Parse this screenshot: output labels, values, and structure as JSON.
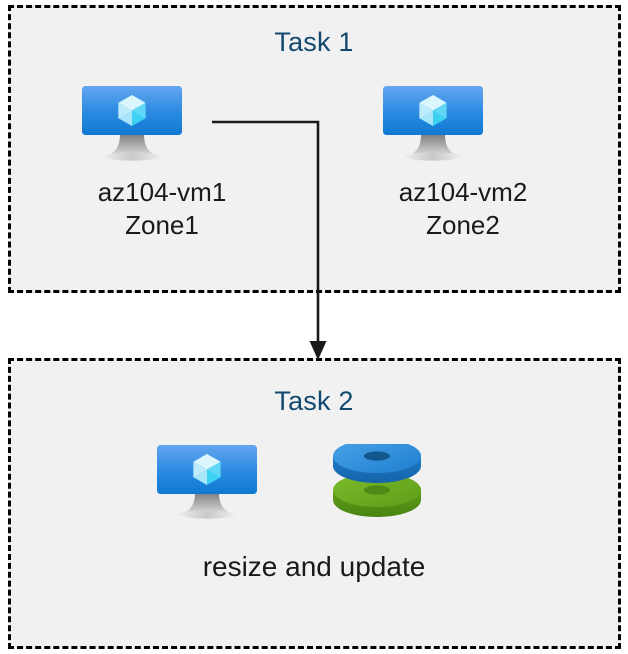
{
  "diagram": {
    "title": "",
    "background_color": "#ffffff",
    "box_fill_color": "#f1f1f1",
    "box_border_color": "#000000",
    "title_color": "#11496f",
    "label_color": "#1a1a1a",
    "connector_color": "#1a1a1a"
  },
  "task1": {
    "title": "Task 1",
    "nodes": [
      {
        "icon": "azure-virtual-machine-icon",
        "label": "az104-vm1\nZone1",
        "name": "az104-vm1",
        "zone": "Zone1"
      },
      {
        "icon": "azure-virtual-machine-icon",
        "label": "az104-vm2\nZone2",
        "name": "az104-vm2",
        "zone": "Zone2"
      }
    ]
  },
  "task2": {
    "title": "Task 2",
    "caption": "resize and update",
    "nodes": [
      {
        "icon": "azure-virtual-machine-icon",
        "label": ""
      },
      {
        "icon": "azure-disks-icon",
        "label": ""
      }
    ]
  },
  "connector": {
    "from": "az104-vm1",
    "to": "Task 2",
    "style": "elbow-arrow"
  },
  "colors": {
    "vm_screen_top": "#5ea0ec",
    "vm_screen_bottom": "#0f7bd4",
    "vm_cube_light": "#d7f4fd",
    "vm_cube_mid": "#a8e8fa",
    "vm_cube_bright": "#3fd2f5",
    "vm_stand": "#9a9a9a",
    "disk_blue": "#2f8ede",
    "disk_blue_dark": "#1664ab",
    "disk_green": "#6bb022",
    "disk_green_dark": "#4d8a16"
  }
}
